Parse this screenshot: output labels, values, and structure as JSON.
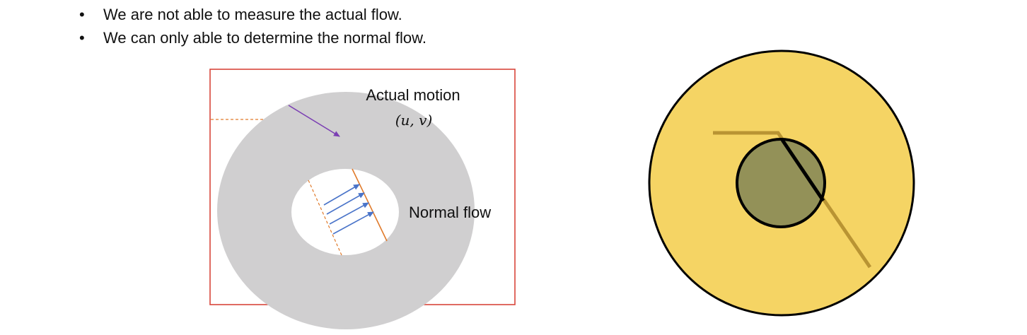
{
  "bullets": [
    "We are not able to measure the actual flow.",
    "We can only able to determine the normal flow."
  ],
  "left_diagram": {
    "actual_motion_label": "Actual motion",
    "actual_motion_math": "(u, v)",
    "normal_flow_label": "Normal flow"
  },
  "colors": {
    "frame": "#d9463b",
    "donut": "#d0cfd0",
    "actual_motion_arrow": "#7b3fb3",
    "flow_arrows": "#4a74c9",
    "edge_line": "#e07a2a",
    "big_circle": "#f5d464",
    "small_circle": "#939158",
    "tan_line": "#b28d2e"
  }
}
